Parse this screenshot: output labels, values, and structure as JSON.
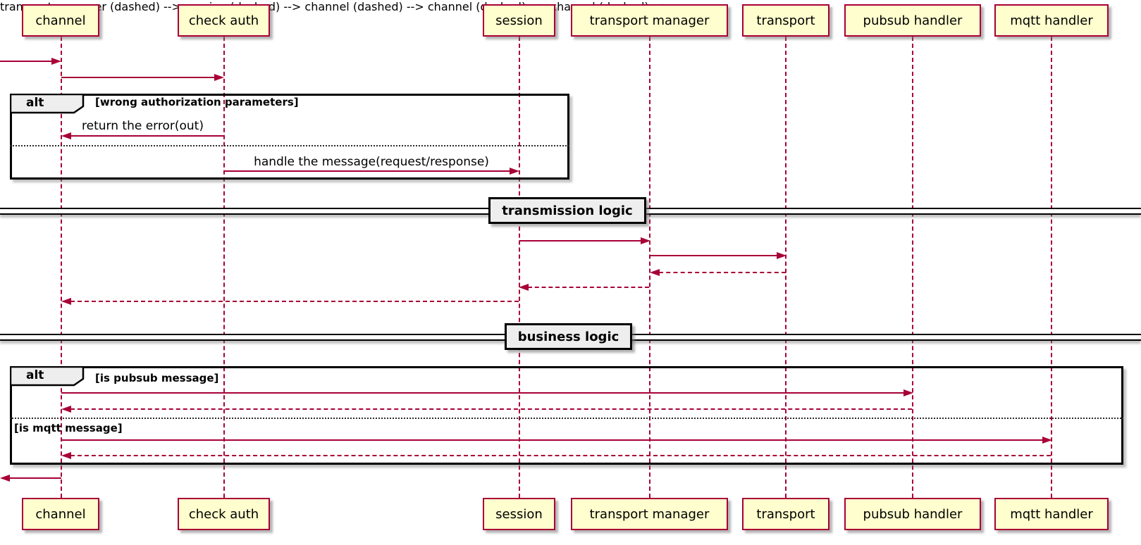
{
  "diagram_type": "uml-sequence-diagram",
  "colors": {
    "accent": "#A80036",
    "participant_fill": "#FEFECE",
    "frame_tab_fill": "#EEEEEE",
    "frame_border": "#000000"
  },
  "participants": [
    {
      "id": "channel",
      "label": "channel"
    },
    {
      "id": "check-auth",
      "label": "check auth"
    },
    {
      "id": "session",
      "label": "session"
    },
    {
      "id": "transport-manager",
      "label": "transport manager"
    },
    {
      "id": "transport",
      "label": "transport"
    },
    {
      "id": "pubsub-handler",
      "label": "pubsub handler"
    },
    {
      "id": "mqtt-handler",
      "label": "mqtt handler"
    }
  ],
  "frames": [
    {
      "keyword": "alt",
      "conditions": [
        "[wrong authorization parameters]"
      ]
    },
    {
      "keyword": "alt",
      "conditions": [
        "[is pubsub message]",
        "[is mqtt message]"
      ]
    }
  ],
  "dividers": [
    {
      "label": "transmission logic"
    },
    {
      "label": "business logic"
    }
  ],
  "messages": [
    {
      "from": "outside-left",
      "to": "channel",
      "label": "",
      "style": "solid"
    },
    {
      "from": "channel",
      "to": "check auth",
      "label": "",
      "style": "solid"
    },
    {
      "from": "check auth",
      "to": "channel",
      "label": "return the error(out)",
      "style": "solid"
    },
    {
      "from": "check auth",
      "to": "session",
      "label": "handle the message(request/response)",
      "style": "solid"
    },
    {
      "from": "session",
      "to": "transport manager",
      "label": "",
      "style": "solid"
    },
    {
      "from": "transport manager",
      "to": "transport",
      "label": "",
      "style": "solid"
    },
    {
      "from": "transport",
      "to": "transport manager",
      "label": "",
      "style": "dashed"
    },
    {
      "from": "transport manager",
      "to": "session",
      "label": "",
      "style": "dashed"
    },
    {
      "from": "session",
      "to": "channel",
      "label": "",
      "style": "dashed"
    },
    {
      "from": "channel",
      "to": "pubsub handler",
      "label": "",
      "style": "solid"
    },
    {
      "from": "pubsub handler",
      "to": "channel",
      "label": "",
      "style": "dashed"
    },
    {
      "from": "channel",
      "to": "mqtt handler",
      "label": "",
      "style": "solid"
    },
    {
      "from": "mqtt handler",
      "to": "channel",
      "label": "",
      "style": "dashed"
    },
    {
      "from": "channel",
      "to": "outside-left",
      "label": "",
      "style": "solid"
    }
  ]
}
